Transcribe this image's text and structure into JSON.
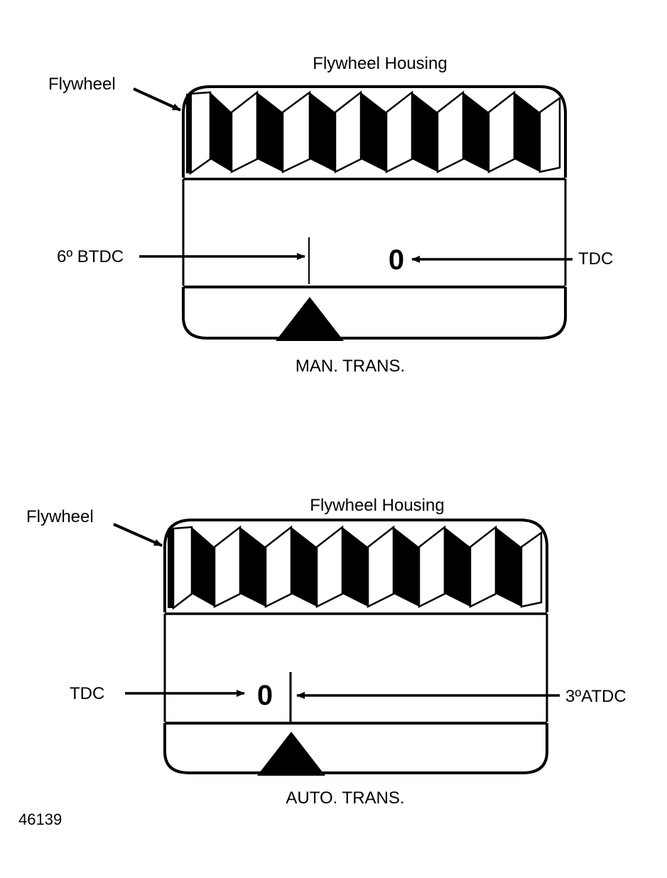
{
  "figure_id": "46139",
  "panels": [
    {
      "id": "manual",
      "flywheel_label": "Flywheel",
      "housing_label": "Flywheel Housing",
      "left_label": "6º BTDC",
      "right_label": "TDC",
      "zero_mark": "0",
      "caption": "MAN. TRANS."
    },
    {
      "id": "auto",
      "flywheel_label": "Flywheel",
      "housing_label": "Flywheel Housing",
      "left_label": "TDC",
      "right_label": "3ºATDC",
      "zero_mark": "0",
      "caption": "AUTO. TRANS."
    }
  ]
}
